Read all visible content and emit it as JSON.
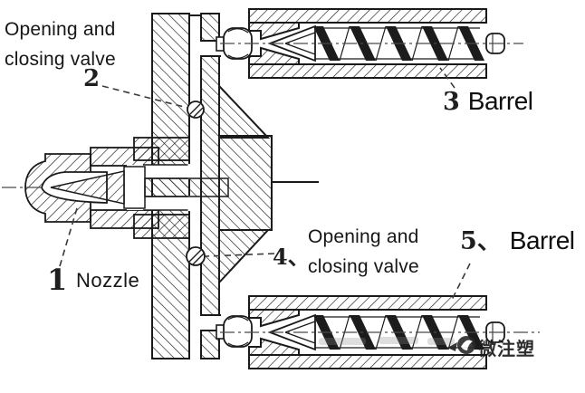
{
  "labels": {
    "valve_top": {
      "number": "2",
      "line1": "Opening and",
      "line2": "closing valve"
    },
    "nozzle": {
      "number": "1",
      "name": "Nozzle"
    },
    "barrel_top": {
      "number": "3",
      "name": "Barrel"
    },
    "valve_bottom": {
      "number": "4、",
      "line1": "Opening and",
      "line2": "closing valve"
    },
    "barrel_bottom": {
      "number": "5、",
      "name": "Barrel"
    }
  },
  "watermark": {
    "text": "微注塑"
  },
  "colors": {
    "ink": "#1a1a1a",
    "background": "#ffffff"
  }
}
